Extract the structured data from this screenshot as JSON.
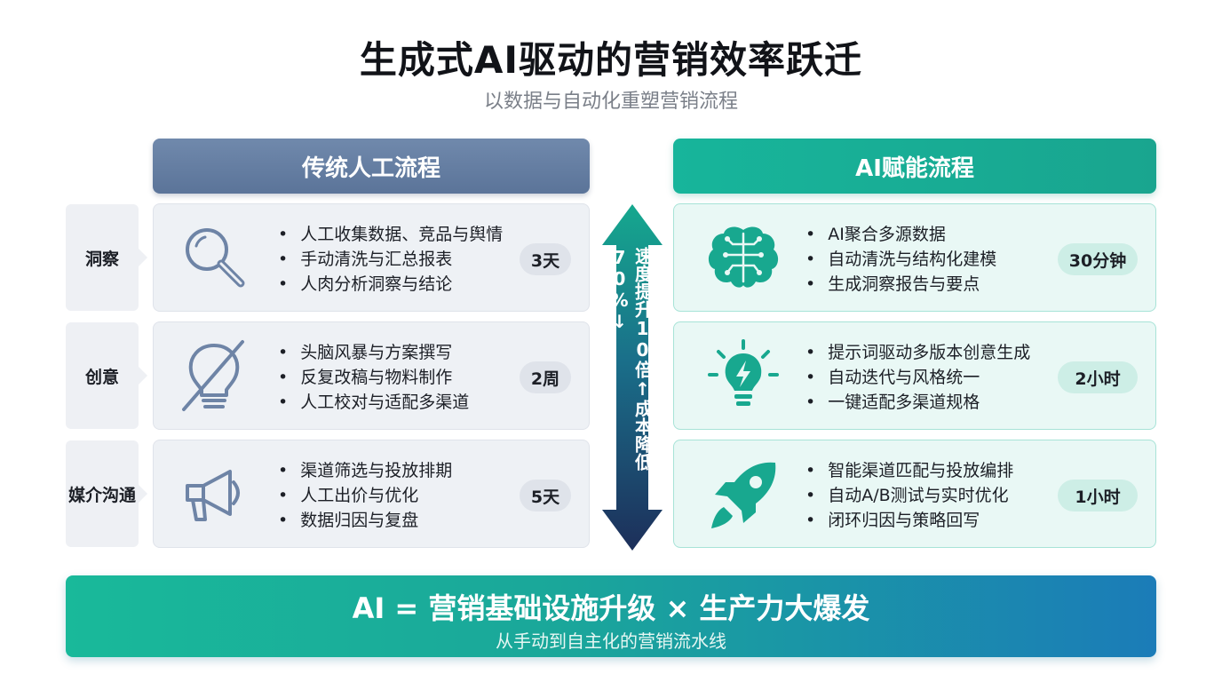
{
  "title": "生成式AI驱动的营销效率跃迁",
  "subtitle": "以数据与自动化重塑营销流程",
  "headers": {
    "left": "传统人工流程",
    "right": "AI赋能流程"
  },
  "stages": [
    "洞察",
    "创意",
    "媒介沟通"
  ],
  "left_rows": [
    {
      "icon": "magnifier-icon",
      "bullets": [
        "人工收集数据、竞品与舆情",
        "手动清洗与汇总报表",
        "人肉分析洞察与结论"
      ],
      "time": "3天"
    },
    {
      "icon": "lightbulb-off-icon",
      "bullets": [
        "头脑风暴与方案撰写",
        "反复改稿与物料制作",
        "人工校对与适配多渠道"
      ],
      "time": "2周"
    },
    {
      "icon": "megaphone-icon",
      "bullets": [
        "渠道筛选与投放排期",
        "人工出价与优化",
        "数据归因与复盘"
      ],
      "time": "5天"
    }
  ],
  "right_rows": [
    {
      "icon": "ai-brain-icon",
      "bullets": [
        "AI聚合多源数据",
        "自动清洗与结构化建模",
        "生成洞察报告与要点"
      ],
      "time": "30分钟"
    },
    {
      "icon": "lightbulb-bolt-icon",
      "bullets": [
        "提示词驱动多版本创意生成",
        "自动迭代与风格统一",
        "一键适配多渠道规格"
      ],
      "time": "2小时"
    },
    {
      "icon": "rocket-icon",
      "bullets": [
        "智能渠道匹配与投放编排",
        "自动A/B测试与实时优化",
        "闭环归因与策略回写"
      ],
      "time": "1小时"
    }
  ],
  "arrow_text": "速度提升10倍↑成本降低70%↓",
  "banner": {
    "main": "AI = 营销基础设施升级 × 生产力大爆发",
    "sub": "从手动到自主化的营销流水线"
  },
  "colors": {
    "left_header": "#5b7499",
    "right_header": "#19a58f",
    "ai_icon": "#18a88f",
    "outline_icon": "#6e84a6",
    "arrow_top": "#15a88e",
    "arrow_bottom": "#1d2f5a"
  }
}
